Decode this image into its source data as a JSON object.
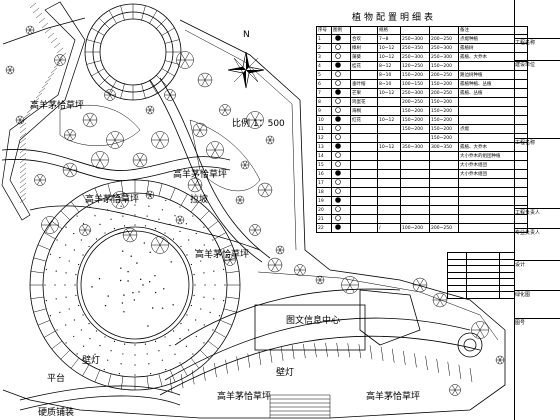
{
  "schedule": {
    "title": "植物配置明细表",
    "header": [
      "序号",
      "图例",
      "",
      "规格",
      "",
      "",
      "备注"
    ],
    "rows": [
      [
        "1",
        "",
        "合欢",
        "7~8",
        "250~300",
        "200~250",
        "点缀种植"
      ],
      [
        "2",
        "",
        "樟树",
        "10~12",
        "250~350",
        "250~300",
        "孤植树"
      ],
      [
        "3",
        "",
        "蒲葵",
        "10~12",
        "250~300",
        "250~300",
        "孤植、大乔木"
      ],
      [
        "4",
        "",
        "桂花",
        "8~12",
        "120~250",
        "150~200",
        ""
      ],
      [
        "5",
        "",
        "",
        "8~10",
        "150~200",
        "200~250",
        "路边树种植"
      ],
      [
        "6",
        "",
        "垂叶榕",
        "8~10",
        "100~150",
        "150~200",
        "孤植种植、丛植"
      ],
      [
        "7",
        "",
        "芒果",
        "10~12",
        "250~300",
        "200~250",
        "孤植、丛植"
      ],
      [
        "8",
        "",
        "鸡蛋花",
        "",
        "200~250",
        "150~200",
        ""
      ],
      [
        "9",
        "",
        "海桐",
        "",
        "150~200",
        "150~200",
        ""
      ],
      [
        "10",
        "",
        "红花",
        "10~12",
        "150~200",
        "150~200",
        ""
      ],
      [
        "11",
        "",
        "",
        "",
        "150~200",
        "150~200",
        "点缀"
      ],
      [
        "12",
        "",
        "",
        "",
        "",
        "150~200",
        ""
      ],
      [
        "13",
        "",
        "",
        "10~12",
        "350~300",
        "300~350",
        "孤植、大乔木"
      ],
      [
        "14",
        "",
        "",
        "",
        "",
        "",
        "大小乔木的组团种植"
      ],
      [
        "15",
        "",
        "",
        "",
        "",
        "",
        "大小乔木组团"
      ],
      [
        "16",
        "",
        "",
        "",
        "",
        "",
        "大小乔木组团"
      ],
      [
        "17",
        "",
        "",
        "",
        "",
        "",
        ""
      ],
      [
        "18",
        "",
        "",
        "",
        "",
        "",
        ""
      ],
      [
        "19",
        "",
        "",
        "",
        "",
        "",
        ""
      ],
      [
        "20",
        "",
        "",
        "",
        "",
        "",
        ""
      ],
      [
        "21",
        "",
        "",
        "",
        "",
        "",
        ""
      ],
      [
        "22",
        "",
        "",
        "/",
        "100~200",
        "200~250",
        ""
      ]
    ]
  },
  "scale_label": "比例 1：500",
  "north_label": "N",
  "labels": {
    "grass_1": "高羊茅恰草坪",
    "grass_2": "高羊茅恰草坪",
    "grass_3": "高羊茅恰草坪",
    "grass_4": "高羊茅恰草坪",
    "grass_5": "高羊茅恰草坪",
    "grass_6": "高羊茅恰草坪",
    "slope": "拉坡",
    "library": "图文信息中心",
    "lamp_1": "壁灯",
    "lamp_2": "壁灯",
    "stage": "平台",
    "bottom_left": "硬质铺装"
  },
  "title_block": {
    "r1": "工程名称",
    "r2": "建设单位",
    "r3": "工程名称",
    "r4": "工程负责人",
    "r5": "专业负责人",
    "r6": "设计",
    "r7": "绿化图",
    "r8": "图号"
  }
}
